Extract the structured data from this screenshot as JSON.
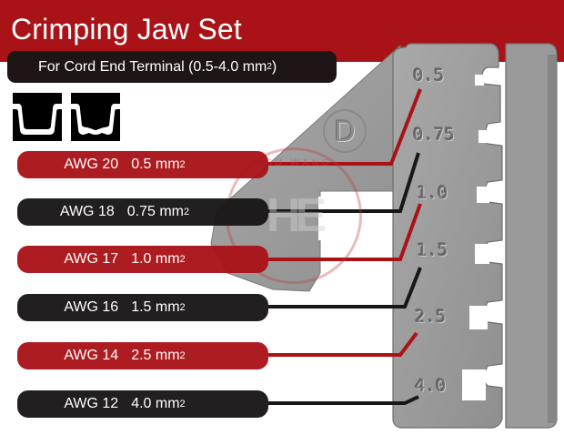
{
  "header": {
    "title": "Crimping Jaw Set",
    "subtitle": "For Cord End Terminal (0.5-4.0 mm",
    "subtitle_sup": "2",
    "subtitle_close": ")"
  },
  "profile_icons": [
    {
      "name": "flat-bottom-crimp-profile-icon"
    },
    {
      "name": "indented-bottom-crimp-profile-icon"
    }
  ],
  "jaw": {
    "marking": "D",
    "stamps": [
      "0.5",
      "0.75",
      "1.0",
      "1.5",
      "2.5",
      "4.0"
    ],
    "watermark": {
      "ring_text": "HSU WANG",
      "center_text": "HE"
    }
  },
  "sizes": [
    {
      "awg": "AWG 20",
      "mm": "0.5 mm",
      "sup": "2",
      "color": "#a91318"
    },
    {
      "awg": "AWG 18",
      "mm": "0.75 mm",
      "sup": "2",
      "color": "#181616"
    },
    {
      "awg": "AWG 17",
      "mm": "1.0 mm",
      "sup": "2",
      "color": "#a91318"
    },
    {
      "awg": "AWG 16",
      "mm": "1.5 mm",
      "sup": "2",
      "color": "#181616"
    },
    {
      "awg": "AWG 14",
      "mm": "2.5 mm",
      "sup": "2",
      "color": "#a91318"
    },
    {
      "awg": "AWG 12",
      "mm": "4.0 mm",
      "sup": "2",
      "color": "#181616"
    }
  ],
  "colors": {
    "brand_red": "#a91318",
    "pill_black": "#181616",
    "jaw_gray": "#9d9d9d"
  }
}
